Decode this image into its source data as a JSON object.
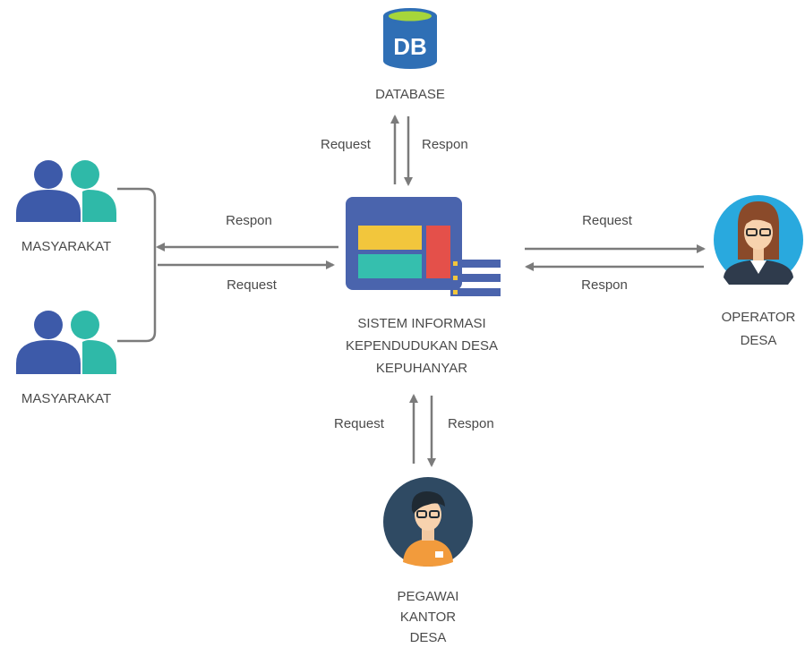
{
  "diagram": {
    "database": {
      "icon_text": "DB",
      "label": "DATABASE"
    },
    "system": {
      "label": "SISTEM INFORMASI\nKEPENDUDUKAN DESA\nKEPUHANYAR"
    },
    "masyarakat": [
      {
        "label": "MASYARAKAT"
      },
      {
        "label": "MASYARAKAT"
      }
    ],
    "operator": {
      "label": "OPERATOR\nDESA"
    },
    "pegawai": {
      "label": "PEGAWAI\nKANTOR\nDESA"
    },
    "arrows": {
      "db_up": "Request",
      "db_down": "Respon",
      "left_top": "Respon",
      "left_bottom": "Request",
      "right_top": "Request",
      "right_bottom": "Respon",
      "bottom_up": "Request",
      "bottom_down": "Respon"
    },
    "colors": {
      "arrow": "#7b7b7b",
      "person_blue": "#3d5aa9",
      "person_teal": "#2fb9a8",
      "db_blue": "#2f6fb5",
      "db_top": "#a6d63a",
      "panel_blue": "#4a64ad",
      "panel_yellow": "#f2c63c",
      "panel_teal": "#35bfae",
      "panel_red": "#e4504a",
      "avatar_bg": "#29a9de",
      "avatar_dark": "#2f4a63"
    }
  }
}
